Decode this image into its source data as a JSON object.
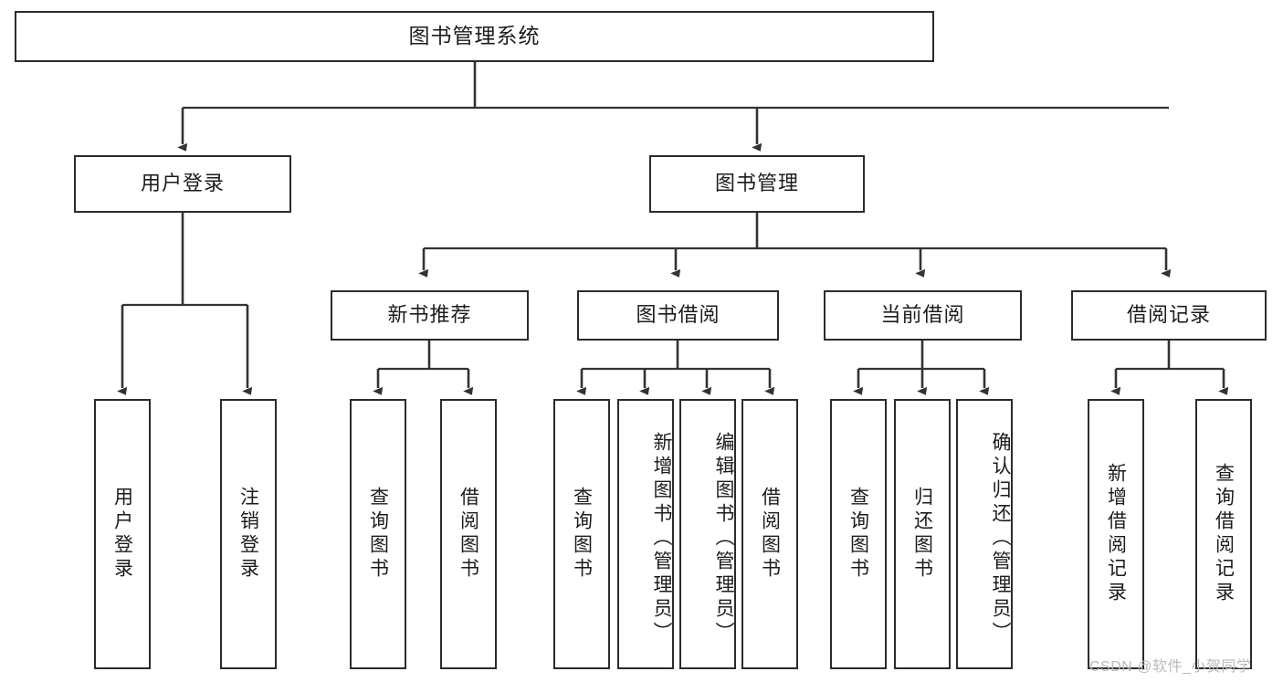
{
  "diagram": {
    "type": "tree-hierarchy-chart",
    "title_text": "图书管理系统",
    "watermark": "CSDN @软件_小贺同学",
    "colors": {
      "box_stroke": "#2b2b2b",
      "box_fill": "#ffffff",
      "connector": "#333333",
      "text": "#1c1c1c",
      "watermark": "#b9b9b9",
      "background": "#ffffff"
    },
    "levels": {
      "level1": [
        "图书管理系统"
      ],
      "level2": [
        "用户登录",
        "图书管理"
      ],
      "level3": [
        "新书推荐",
        "图书借阅",
        "当前借阅",
        "借阅记录"
      ],
      "level4": [
        "用户登录",
        "注销登录",
        "查询图书",
        "借阅图书",
        "查询图书",
        "新增图书（管理员）",
        "编辑图书（管理员）",
        "借阅图书",
        "查询图书",
        "归还图书",
        "确认归还（管理员）",
        "新增借阅记录",
        "查询借阅记录"
      ]
    },
    "nodes": {
      "root": {
        "label": "图书管理系统"
      },
      "user_login": {
        "label": "用户登录"
      },
      "book_manage": {
        "label": "图书管理"
      },
      "new_book_rec": {
        "label": "新书推荐"
      },
      "book_borrow": {
        "label": "图书借阅"
      },
      "current_borrow": {
        "label": "当前借阅"
      },
      "borrow_record": {
        "label": "借阅记录"
      },
      "leaf_user_login": {
        "label": "用户登录"
      },
      "leaf_logout": {
        "label": "注销登录"
      },
      "leaf_query_book_1": {
        "label": "查询图书"
      },
      "leaf_borrow_book_1": {
        "label": "借阅图书"
      },
      "leaf_query_book_2": {
        "label": "查询图书"
      },
      "leaf_add_book": {
        "label": "新增图书（管理员）"
      },
      "leaf_edit_book": {
        "label": "编辑图书（管理员）"
      },
      "leaf_borrow_book_2": {
        "label": "借阅图书"
      },
      "leaf_query_book_3": {
        "label": "查询图书"
      },
      "leaf_return_book": {
        "label": "归还图书"
      },
      "leaf_confirm_return": {
        "label": "确认归还（管理员）"
      },
      "leaf_add_record": {
        "label": "新增借阅记录"
      },
      "leaf_query_record": {
        "label": "查询借阅记录"
      }
    },
    "edges": [
      {
        "from": "root",
        "to": "user_login"
      },
      {
        "from": "root",
        "to": "book_manage"
      },
      {
        "from": "user_login",
        "to": "leaf_user_login"
      },
      {
        "from": "user_login",
        "to": "leaf_logout"
      },
      {
        "from": "book_manage",
        "to": "new_book_rec"
      },
      {
        "from": "book_manage",
        "to": "book_borrow"
      },
      {
        "from": "book_manage",
        "to": "current_borrow"
      },
      {
        "from": "book_manage",
        "to": "borrow_record"
      },
      {
        "from": "new_book_rec",
        "to": "leaf_query_book_1"
      },
      {
        "from": "new_book_rec",
        "to": "leaf_borrow_book_1"
      },
      {
        "from": "book_borrow",
        "to": "leaf_query_book_2"
      },
      {
        "from": "book_borrow",
        "to": "leaf_add_book"
      },
      {
        "from": "book_borrow",
        "to": "leaf_edit_book"
      },
      {
        "from": "book_borrow",
        "to": "leaf_borrow_book_2"
      },
      {
        "from": "current_borrow",
        "to": "leaf_query_book_3"
      },
      {
        "from": "current_borrow",
        "to": "leaf_return_book"
      },
      {
        "from": "current_borrow",
        "to": "leaf_confirm_return"
      },
      {
        "from": "borrow_record",
        "to": "leaf_add_record"
      },
      {
        "from": "borrow_record",
        "to": "leaf_query_record"
      }
    ]
  }
}
